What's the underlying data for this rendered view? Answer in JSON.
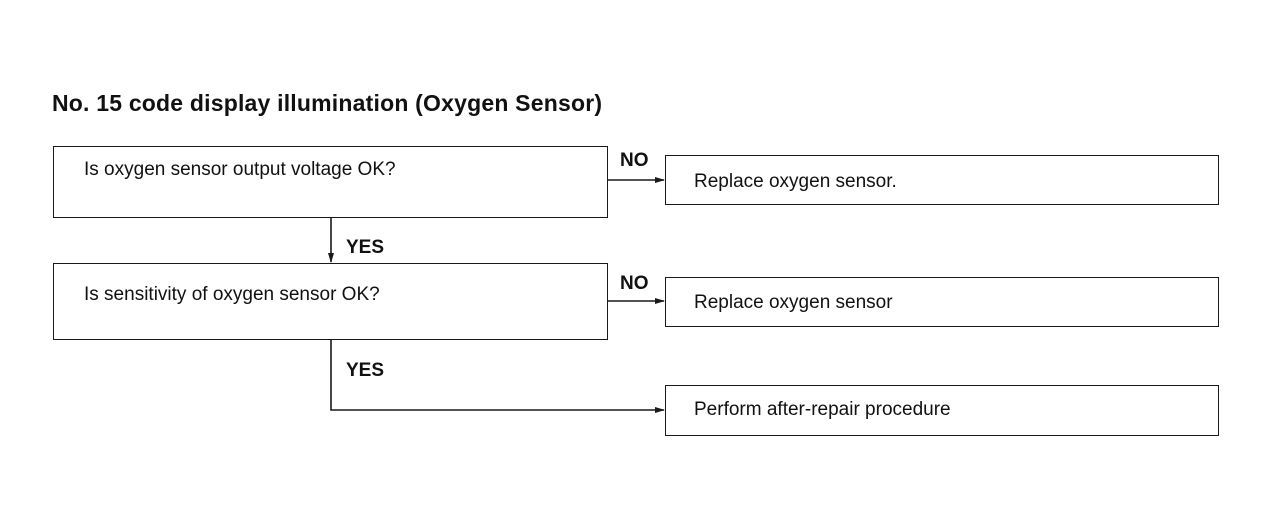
{
  "title": "No. 15 code display illumination (Oxygen Sensor)",
  "nodes": {
    "q1": "Is oxygen sensor output voltage OK?",
    "q2": "Is sensitivity of oxygen sensor OK?",
    "r1": "Replace oxygen sensor.",
    "r2": "Replace oxygen sensor",
    "r3": "Perform after-repair procedure"
  },
  "edge_labels": {
    "no1": "NO",
    "yes1": "YES",
    "no2": "NO",
    "yes2": "YES"
  }
}
